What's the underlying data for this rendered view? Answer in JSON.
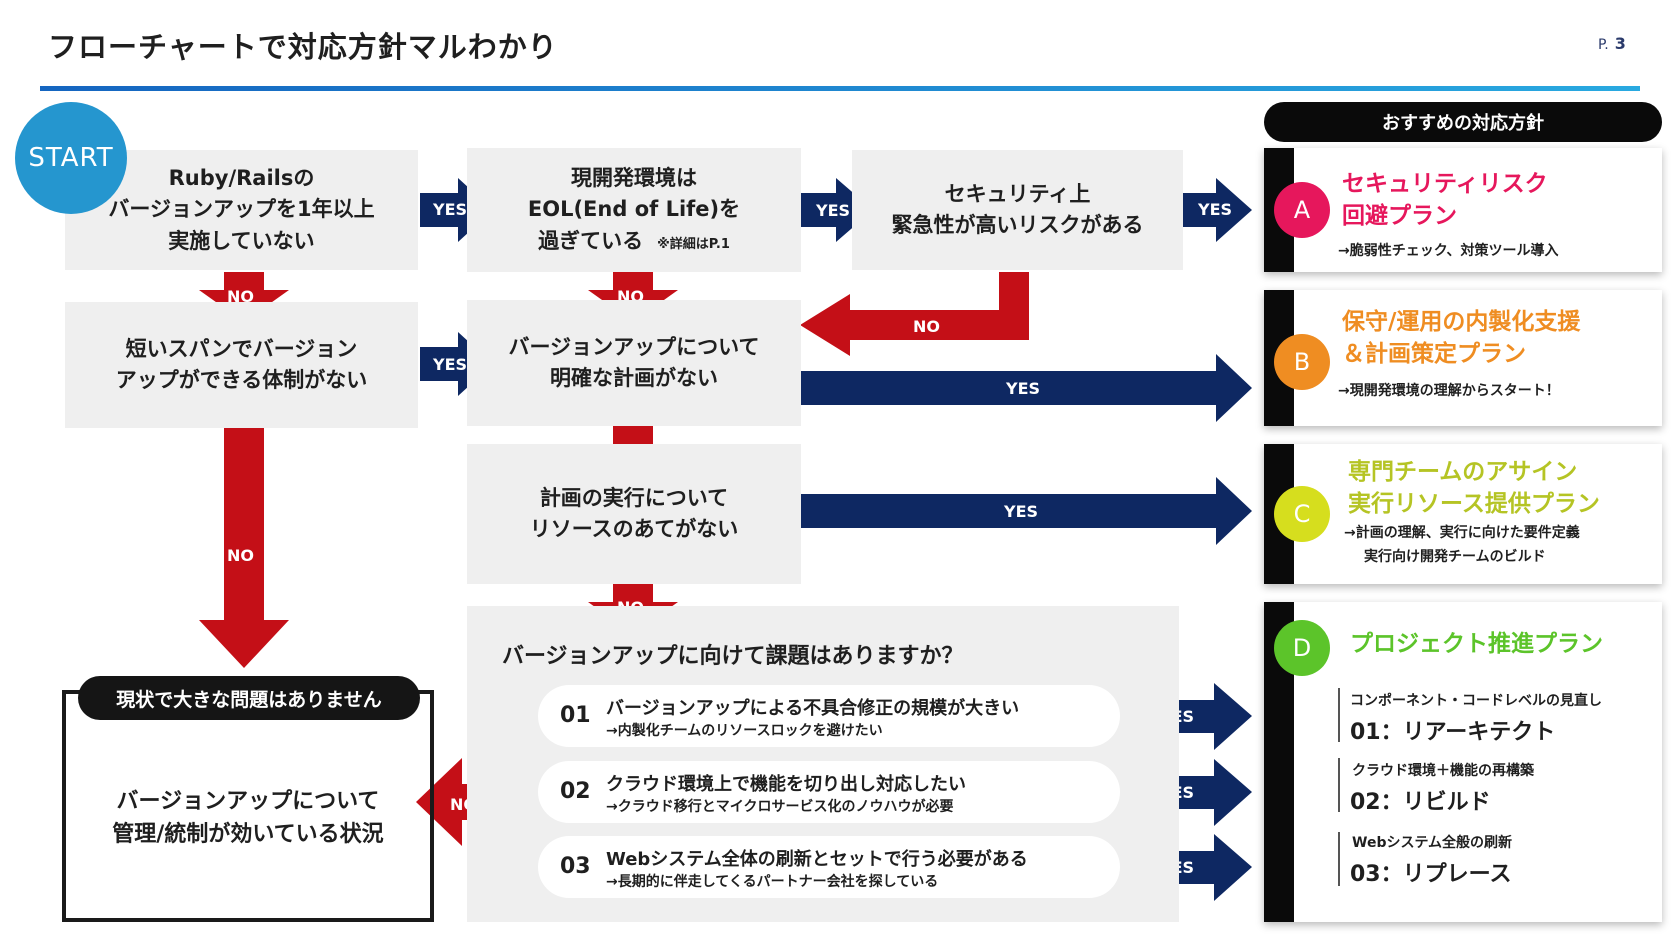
{
  "header": {
    "title": "フローチャートで対応方針マルわかり",
    "page_prefix": "P.",
    "page_number": "3"
  },
  "start_label": "START",
  "nodes": {
    "ruby": [
      "Ruby/Railsの",
      "バージョンアップを1年以上",
      "実施していない"
    ],
    "eol": [
      "現開発環境は",
      "EOL(End of Life)を",
      "過ぎている"
    ],
    "eol_note": "※詳細はP.1",
    "security": [
      "セキュリティ上",
      "緊急性が高いリスクがある"
    ],
    "short_span": [
      "短いスパンでバージョン",
      "アップができる体制がない"
    ],
    "no_plan": [
      "バージョンアップについて",
      "明確な計画がない"
    ],
    "no_resource": [
      "計画の実行について",
      "リソースのあてがない"
    ]
  },
  "arrow_labels": {
    "yes": "YES",
    "no": "NO"
  },
  "result": {
    "header": "現状で大きな問題はありません",
    "text": [
      "バージョンアップについて",
      "管理/統制が効いている状況"
    ]
  },
  "question": {
    "title": "バージョンアップに向けて課題はありますか？",
    "items": [
      {
        "num": "01",
        "main": "バージョンアップによる不具合修正の規模が大きい",
        "sub": "→内製化チームのリソースロックを避けたい"
      },
      {
        "num": "02",
        "main": "クラウド環境上で機能を切り出し対応したい",
        "sub": "→クラウド移行とマイクロサービス化のノウハウが必要"
      },
      {
        "num": "03",
        "main": "Webシステム全体の刷新とセットで行う必要がある",
        "sub": "→長期的に伴走してくるパートナー会社を探している"
      }
    ]
  },
  "recommend": {
    "header": "おすすめの対応方針",
    "plans": [
      {
        "letter": "A",
        "color": "#e6175c",
        "title": [
          "セキュリティリスク",
          "回避プラン"
        ],
        "sub": [
          "→脆弱性チェック、対策ツール導入"
        ]
      },
      {
        "letter": "B",
        "color": "#ef8d22",
        "title": [
          "保守/運用の内製化支援",
          "＆計画策定プラン"
        ],
        "sub": [
          "→現開発環境の理解からスタート！"
        ]
      },
      {
        "letter": "C",
        "color": "#b5c424",
        "title": [
          "専門チームのアサイン",
          "実行リソース提供プラン"
        ],
        "sub": [
          "→計画の理解、実行に向けた要件定義",
          "実行向け開発チームのビルド"
        ]
      },
      {
        "letter": "D",
        "color": "#5cc42a",
        "title": [
          "プロジェクト推進プラン"
        ],
        "sub": []
      }
    ],
    "d_items": [
      {
        "small": "コンポーネント・コードレベルの見直し",
        "big": "01：リアーキテクト"
      },
      {
        "small": "クラウド環境＋機能の再構築",
        "big": "02：リビルド"
      },
      {
        "small": "Webシステム全般の刷新",
        "big": "03：リプレース"
      }
    ]
  },
  "colors": {
    "accent_blue": "#2596cf",
    "navy_arrow": "#0e2862",
    "red_arrow": "#c40f17",
    "box_gray": "#efefef"
  }
}
